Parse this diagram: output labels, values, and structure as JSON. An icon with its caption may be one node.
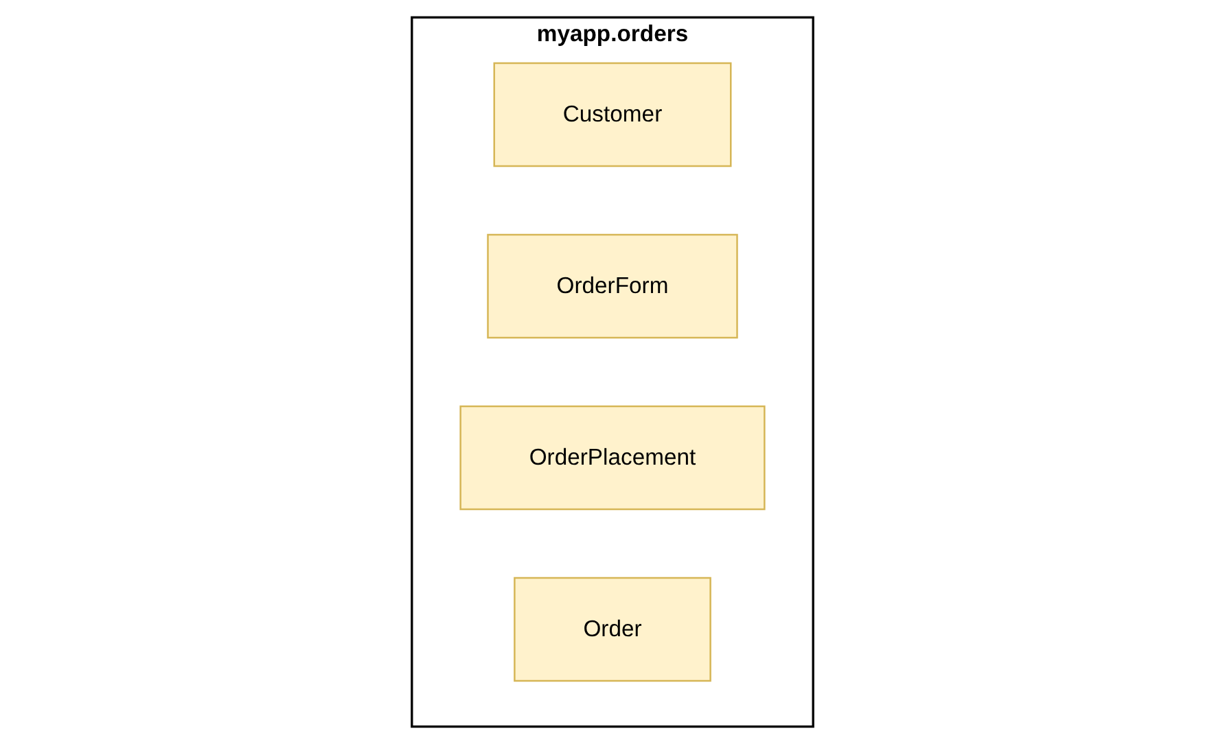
{
  "diagram": {
    "nodes": [
      {
        "text": [
          "myapp.orders"
        ]
      },
      {
        "text": [
          "Customer"
        ],
        "in": 0
      },
      {
        "text": [
          "OrderForm"
        ],
        "in": 0
      },
      {
        "text": [
          "OrderPlacement"
        ],
        "in": 0
      },
      {
        "text": [
          "Order"
        ],
        "in": 0
      }
    ]
  }
}
